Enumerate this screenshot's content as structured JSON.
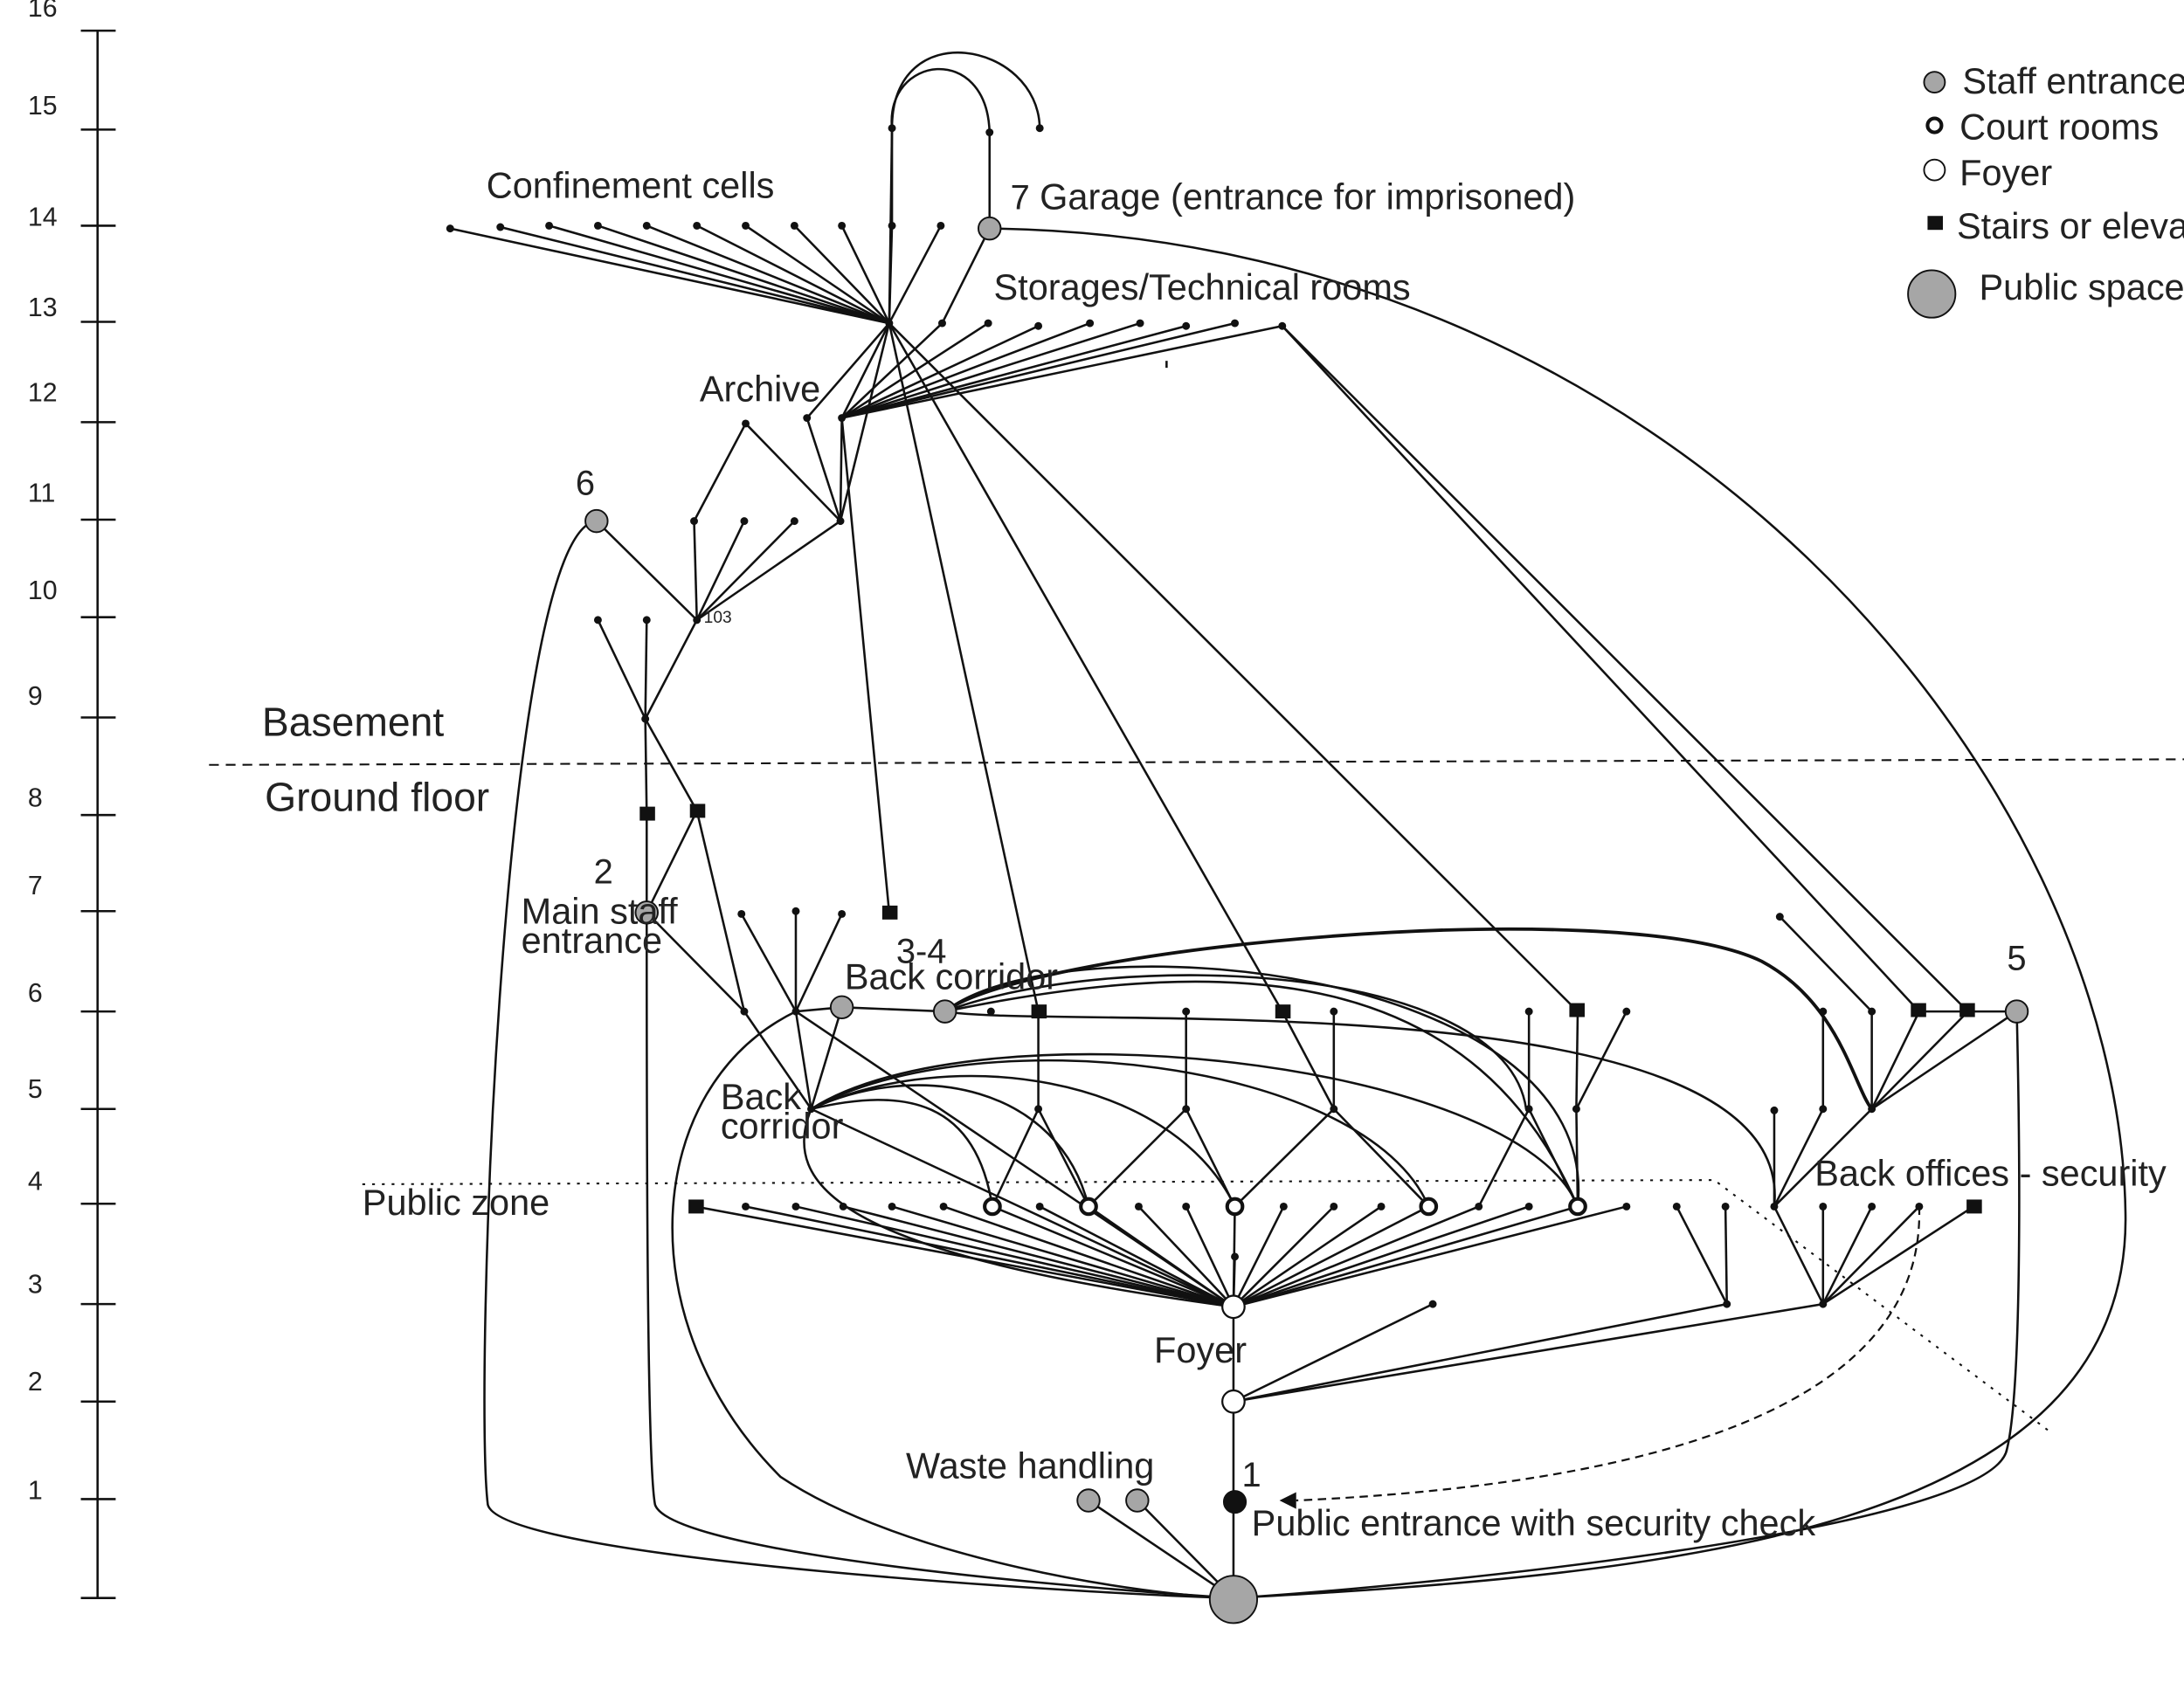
{
  "scale": {
    "levels": [
      "1",
      "2",
      "3",
      "4",
      "5",
      "6",
      "7",
      "8",
      "9",
      "10",
      "11",
      "12",
      "13",
      "14",
      "15",
      "16"
    ]
  },
  "zones": {
    "basement": "Basement",
    "ground_floor": "Ground floor",
    "public_zone": "Public zone"
  },
  "labels": {
    "confinement_cells": "Confinement cells",
    "garage": "Garage (entrance for imprisoned)",
    "storages": "Storages/Technical rooms",
    "archive": "Archive",
    "main_staff_entrance_line1": "Main staff",
    "main_staff_entrance_line2": "entrance",
    "back_corridor_upper": "Back corridor",
    "back_corridor_lower_line1": "Back",
    "back_corridor_lower_line2": "corridor",
    "back_offices": "Back offices - security",
    "foyer": "Foyer",
    "waste_handling": "Waste handling",
    "public_entrance": "Public entrance with security check",
    "node_103": "103"
  },
  "entrance_numbers": {
    "n1": "1",
    "n2": "2",
    "n34": "3-4",
    "n5": "5",
    "n6": "6",
    "n7": "7"
  },
  "legend": {
    "items": [
      {
        "label": "Staff entrance",
        "symbol": "grey-circle"
      },
      {
        "label": "Court rooms",
        "symbol": "ring-circle"
      },
      {
        "label": "Foyer",
        "symbol": "white-circle"
      },
      {
        "label": "Stairs or elevators",
        "symbol": "black-square"
      },
      {
        "label": "Public space",
        "symbol": "large-grey-circle"
      }
    ]
  },
  "colors": {
    "staff_entrance": "#a6a6a6",
    "public_space": "#a6a6a6",
    "line": "#111111",
    "security_entrance": "#111111"
  }
}
